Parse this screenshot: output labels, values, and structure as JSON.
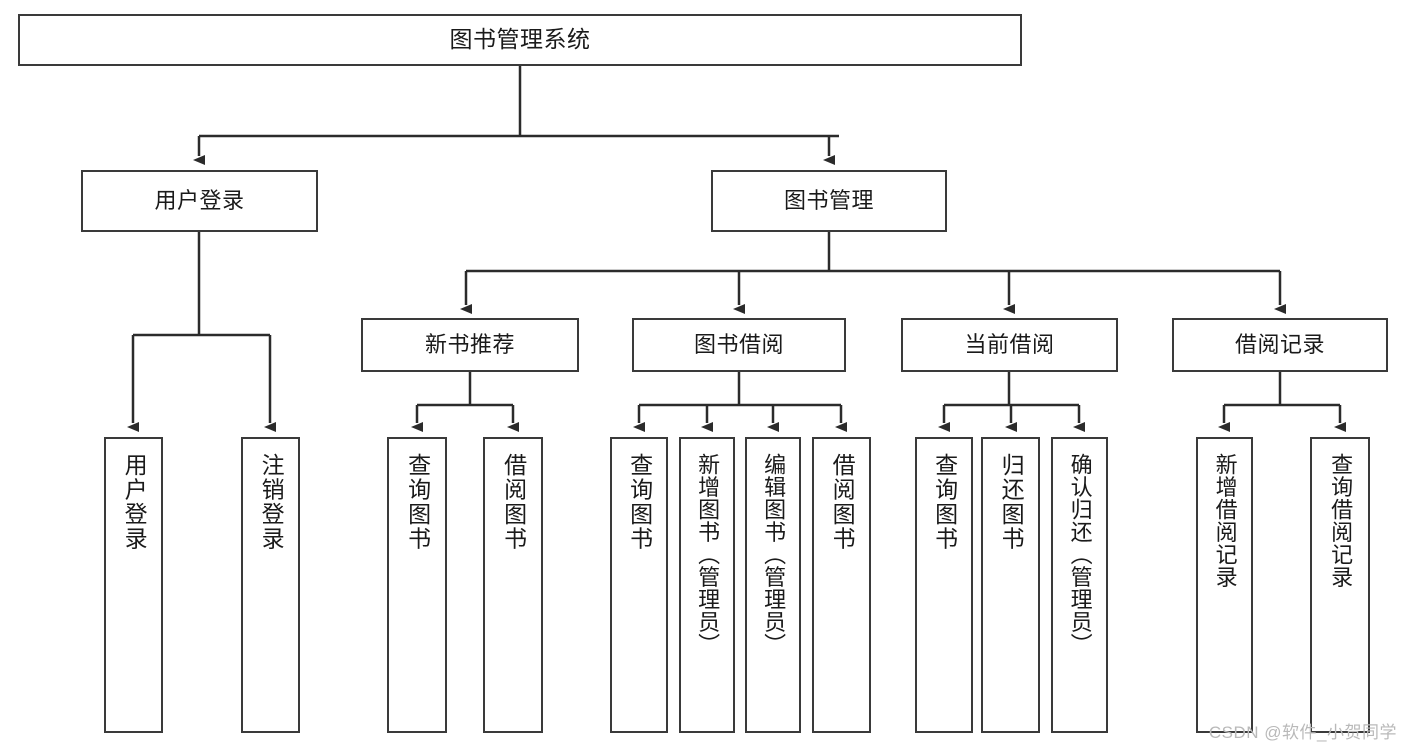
{
  "diagram": {
    "title": "图书管理系统",
    "type": "tree",
    "watermark": "CSDN @软件_小贺同学",
    "colors": {
      "box_border": "#3a3a3a",
      "box_fill": "#ffffff",
      "connector": "#2b2b2b",
      "text": "#1a1a1a",
      "watermark": "#b9b9b9"
    },
    "levels": {
      "root": {
        "label": "图书管理系统"
      },
      "level2": [
        {
          "id": "user-login",
          "label": "用户登录"
        },
        {
          "id": "book-management",
          "label": "图书管理"
        }
      ],
      "level3": [
        {
          "id": "new-book-recommend",
          "label": "新书推荐"
        },
        {
          "id": "book-borrow",
          "label": "图书借阅"
        },
        {
          "id": "current-borrow",
          "label": "当前借阅"
        },
        {
          "id": "borrow-record",
          "label": "借阅记录"
        }
      ],
      "leaves": {
        "user-login": [
          {
            "id": "leaf-user-login",
            "label": "用户登录"
          },
          {
            "id": "leaf-logout-login",
            "label": "注销登录"
          }
        ],
        "new-book-recommend": [
          {
            "id": "leaf-query-book-1",
            "label": "查询图书"
          },
          {
            "id": "leaf-borrow-book-1",
            "label": "借阅图书"
          }
        ],
        "book-borrow": [
          {
            "id": "leaf-query-book-2",
            "label": "查询图书"
          },
          {
            "id": "leaf-add-book",
            "label": "新增图书（管理员）"
          },
          {
            "id": "leaf-edit-book",
            "label": "编辑图书（管理员）"
          },
          {
            "id": "leaf-borrow-book-2",
            "label": "借阅图书"
          }
        ],
        "current-borrow": [
          {
            "id": "leaf-query-book-3",
            "label": "查询图书"
          },
          {
            "id": "leaf-return-book",
            "label": "归还图书"
          },
          {
            "id": "leaf-confirm-return",
            "label": "确认归还（管理员）"
          }
        ],
        "borrow-record": [
          {
            "id": "leaf-add-record",
            "label": "新增借阅记录"
          },
          {
            "id": "leaf-query-record",
            "label": "查询借阅记录"
          }
        ]
      }
    }
  }
}
